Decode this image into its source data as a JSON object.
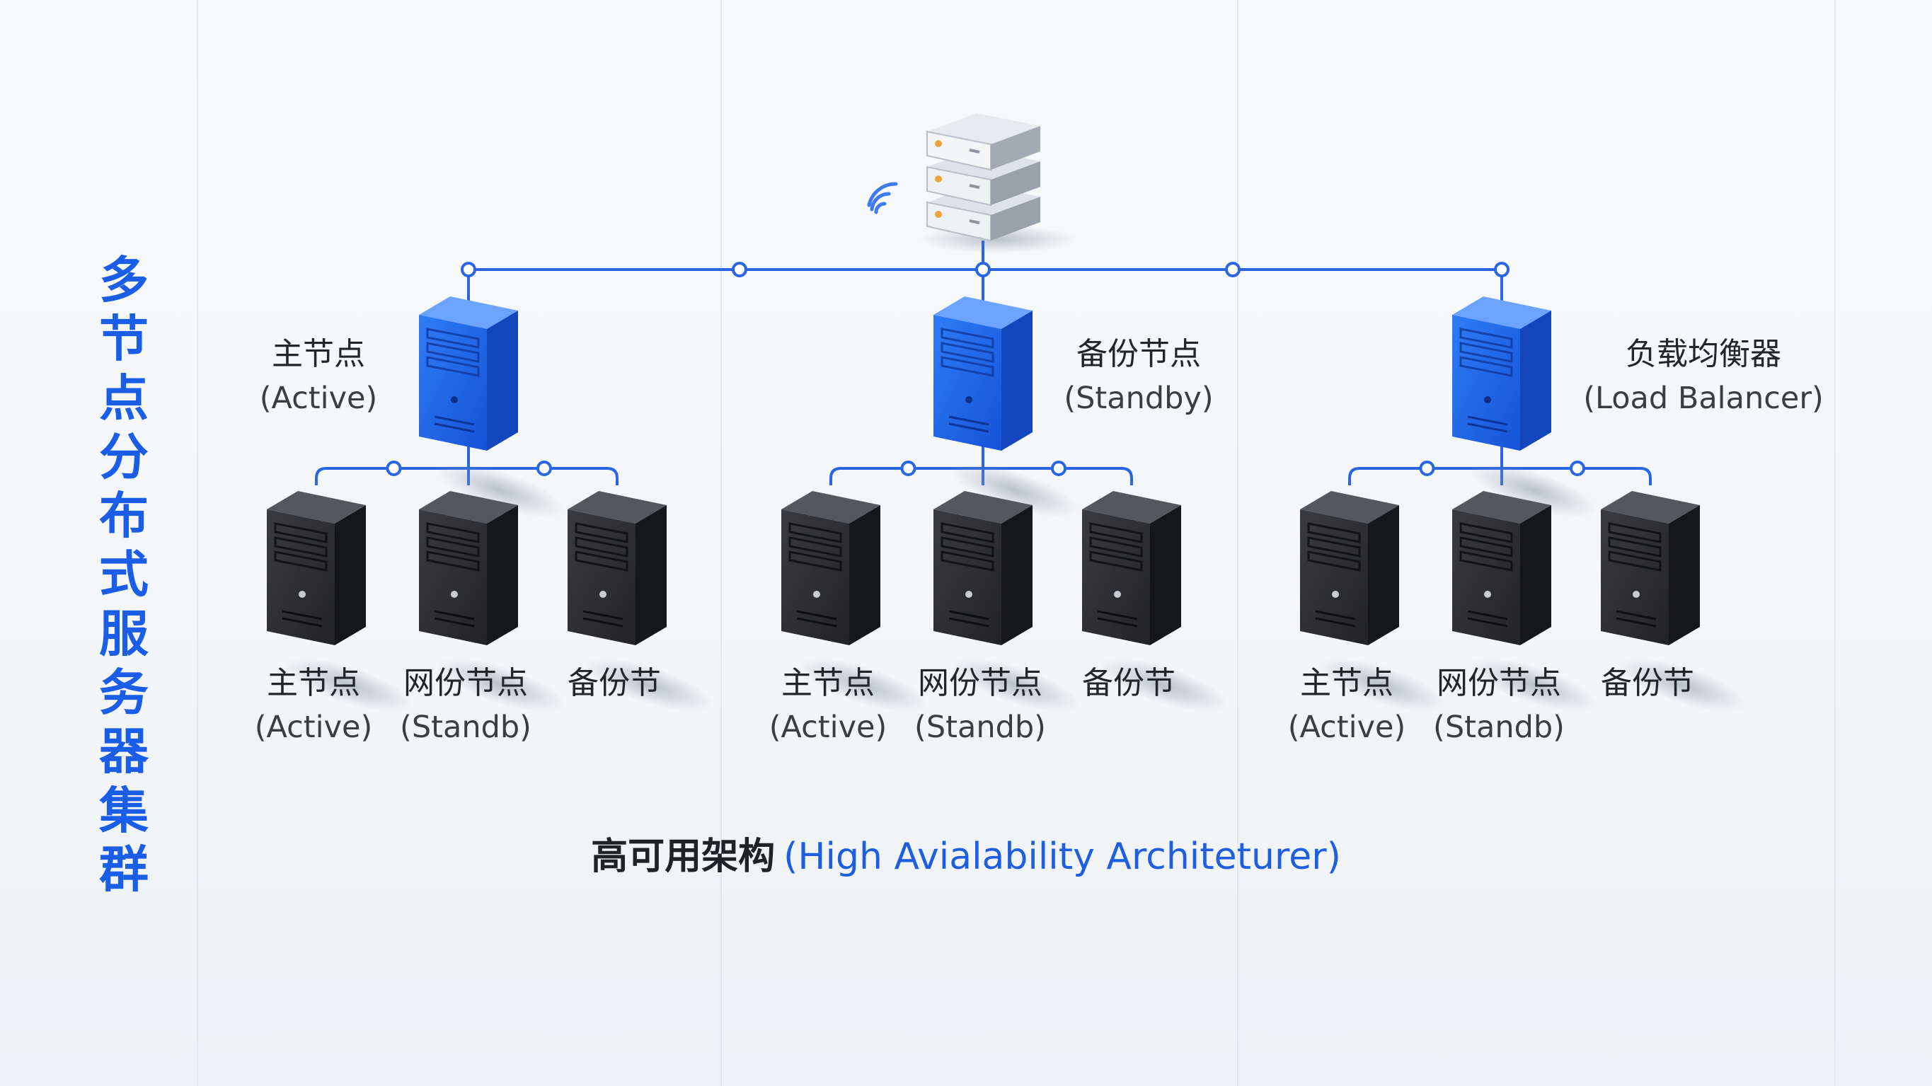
{
  "title": "多节点分布式服务器集群",
  "colors": {
    "accent": "#1a5ee8",
    "line": "#2a66e3",
    "primary_server": "#1f63ea",
    "secondary_server": "#2a2b30",
    "background": "#f4f6f9"
  },
  "top_server": {
    "icon": "rack-server-icon",
    "signal_icon": "wifi-signal-icon"
  },
  "groups": [
    {
      "label": "主节点",
      "sublabel": "(Active)",
      "icon": "server-tower-icon",
      "children": [
        {
          "label": "主节点",
          "sublabel": "(Active)",
          "icon": "server-tower-icon"
        },
        {
          "label": "网份节点",
          "sublabel": "(Standb)",
          "icon": "server-tower-icon"
        },
        {
          "label": "备份节",
          "sublabel": "",
          "icon": "server-tower-icon"
        }
      ]
    },
    {
      "label": "备份节点",
      "sublabel": "(Standby)",
      "icon": "server-tower-icon",
      "children": [
        {
          "label": "主节点",
          "sublabel": "(Active)",
          "icon": "server-tower-icon"
        },
        {
          "label": "网份节点",
          "sublabel": "(Standb)",
          "icon": "server-tower-icon"
        },
        {
          "label": "备份节",
          "sublabel": "",
          "icon": "server-tower-icon"
        }
      ]
    },
    {
      "label": "负载均衡器",
      "sublabel": "(Load Balancer)",
      "icon": "server-tower-icon",
      "children": [
        {
          "label": "主节点",
          "sublabel": "(Active)",
          "icon": "server-tower-icon"
        },
        {
          "label": "网份节点",
          "sublabel": "(Standb)",
          "icon": "server-tower-icon"
        },
        {
          "label": "备份节",
          "sublabel": "",
          "icon": "server-tower-icon"
        }
      ]
    }
  ],
  "footer": {
    "zh": "高可用架构",
    "en": "(High Avialability Architeturer)"
  }
}
